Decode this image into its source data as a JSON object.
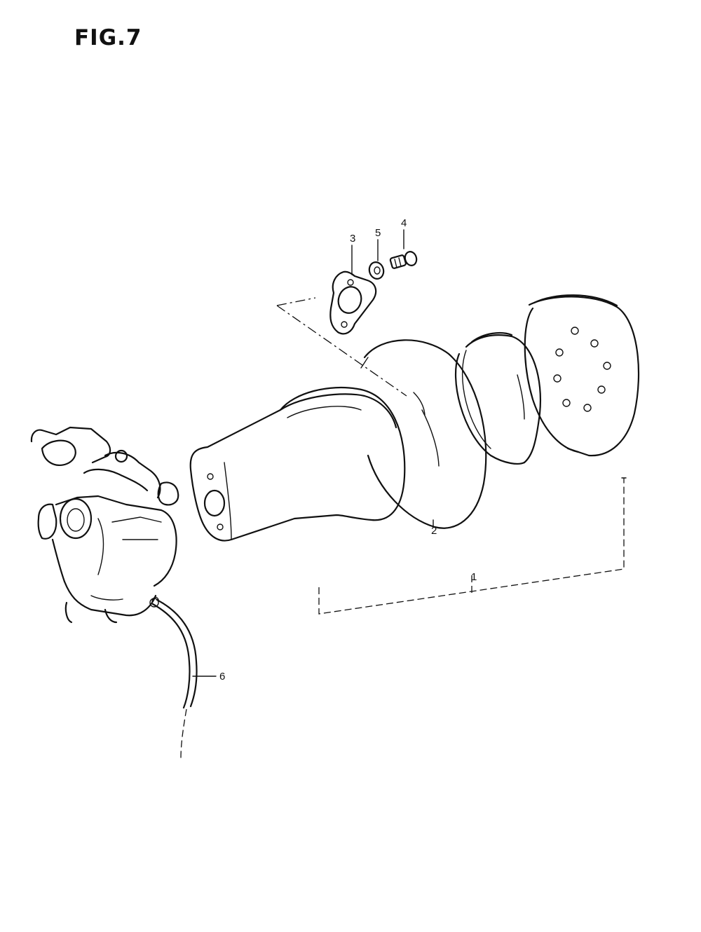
{
  "figure": {
    "title": "FIG.7"
  },
  "callouts": {
    "c1": "1",
    "c2": "2",
    "c3": "3",
    "c4": "4",
    "c5": "5",
    "c6": "6"
  }
}
